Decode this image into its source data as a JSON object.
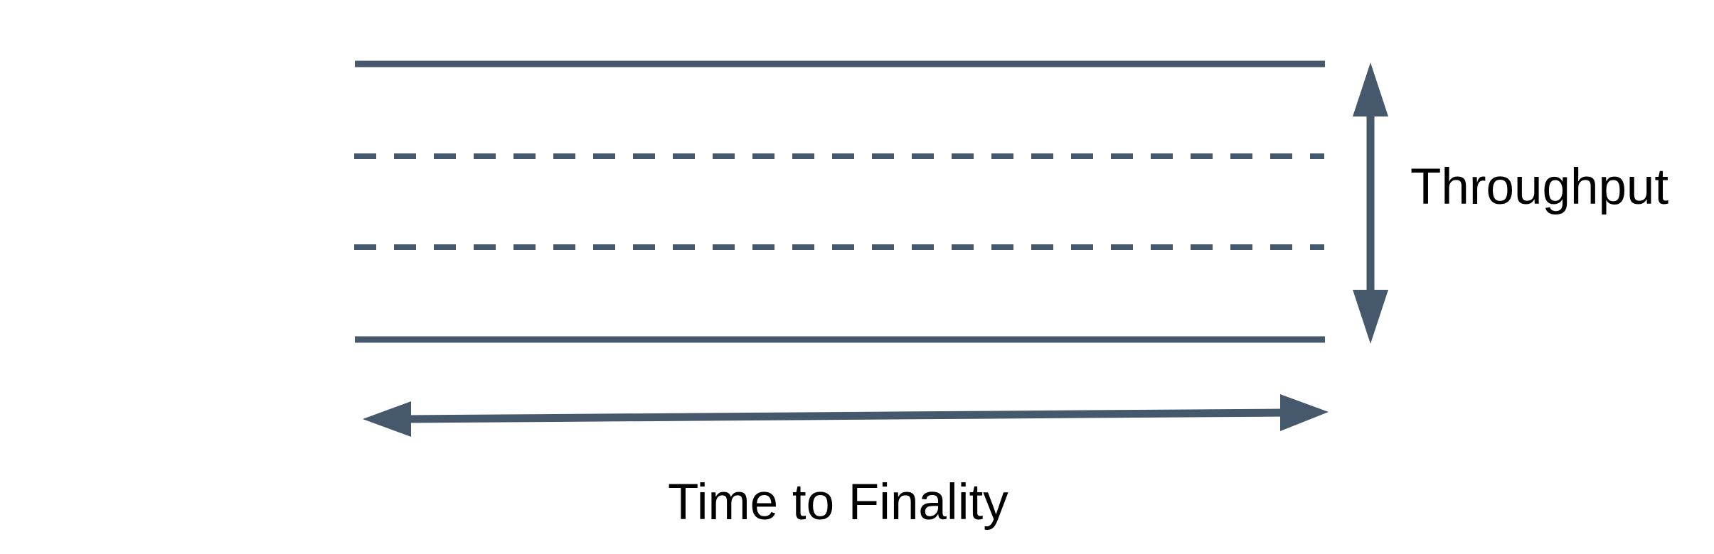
{
  "diagram": {
    "title": "Blockchain throughput band diagram",
    "labels": {
      "throughput": "Throughput",
      "time_to_finality": "Time to Finality"
    },
    "colors": {
      "shape": "#46586C",
      "text": "#000000",
      "background": "#FFFFFF"
    },
    "lines": [
      {
        "name": "top-boundary-line",
        "style": "solid"
      },
      {
        "name": "dashed-line-1",
        "style": "dashed"
      },
      {
        "name": "dashed-line-2",
        "style": "dashed"
      },
      {
        "name": "bottom-boundary-line",
        "style": "solid"
      }
    ],
    "arrows": [
      {
        "name": "throughput-arrow",
        "orientation": "vertical",
        "heads": "both"
      },
      {
        "name": "time-to-finality-arrow",
        "orientation": "horizontal",
        "heads": "both"
      }
    ]
  }
}
